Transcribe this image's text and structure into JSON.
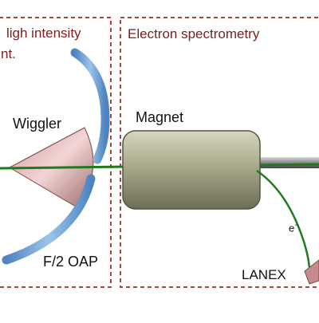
{
  "panels": {
    "left_title_line1": "ligh intensity",
    "left_title_line2": "nt.",
    "right_title": "Electron spectrometry"
  },
  "labels": {
    "wiggler": "Wiggler",
    "magnet": "Magnet",
    "oap": "F/2 OAP",
    "electron": "e",
    "electron_sup": "−",
    "lanex": "LANEX"
  },
  "colors": {
    "frame": "#a8443c",
    "frame_text": "#7a1e1e",
    "mirror": "#6f9fd2",
    "mirror_edge": "#2f5f9a",
    "wiggler_light": "#f0c8c8",
    "wiggler_dark": "#8a5a5a",
    "magnet": "#a9a98c",
    "beam": "#1f7a1f",
    "background": "#ffffff"
  }
}
